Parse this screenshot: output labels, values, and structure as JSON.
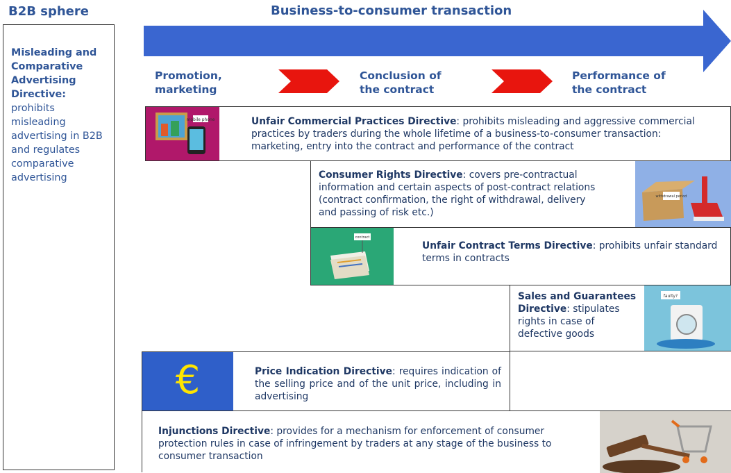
{
  "header": {
    "b2b_title": "B2B sphere",
    "b2c_title": "Business-to-consumer transaction"
  },
  "b2b": {
    "name": "Misleading and Comparative Advertising Directive:",
    "text": "prohibits misleading advertising in B2B and regulates comparative advertising"
  },
  "stages": [
    {
      "label": "Promotion, marketing"
    },
    {
      "label": "Conclusion of the contract"
    },
    {
      "label": "Performance of the contract"
    }
  ],
  "directives": {
    "ucpd": {
      "name": "Unfair Commercial Practices Directive",
      "text": ": prohibits misleading and aggressive commercial practices by traders during the whole lifetime of a business-to-consumer transaction: marketing, entry into the contract  and performance of the contract"
    },
    "crd": {
      "name": "Consumer Rights Directive",
      "text": ": covers pre-contractual information and certain aspects of post-contract relations (contract confirmation, the right of withdrawal, delivery and passing of risk etc.)"
    },
    "uctd": {
      "name": "Unfair Contract Terms Directive",
      "text": ": prohibits unfair standard terms in contracts"
    },
    "sgd": {
      "name": "Sales and Guarantees Directive",
      "text": ": stipulates rights in case of defective goods"
    },
    "pid": {
      "name": "Price Indication Directive",
      "text": ": requires indication of the selling price and of the unit price, including in advertising"
    },
    "inj": {
      "name": "Injunctions Directive",
      "text": ": provides for a mechanism for enforcement of consumer protection rules in case of infringement by traders at any stage of the business to consumer transaction"
    }
  },
  "images": {
    "ucpd_sign": "mobile phone",
    "crd_sign": "withdrawal period",
    "uctd_sign": "contract",
    "sgd_sign": "faulty?",
    "euro": "€"
  },
  "colors": {
    "arrow": "#3a66d0",
    "chevron": "#e8150e",
    "euro_bg": "#2f5fc9",
    "euro_fg": "#ffe500",
    "title": "#2f5597"
  }
}
